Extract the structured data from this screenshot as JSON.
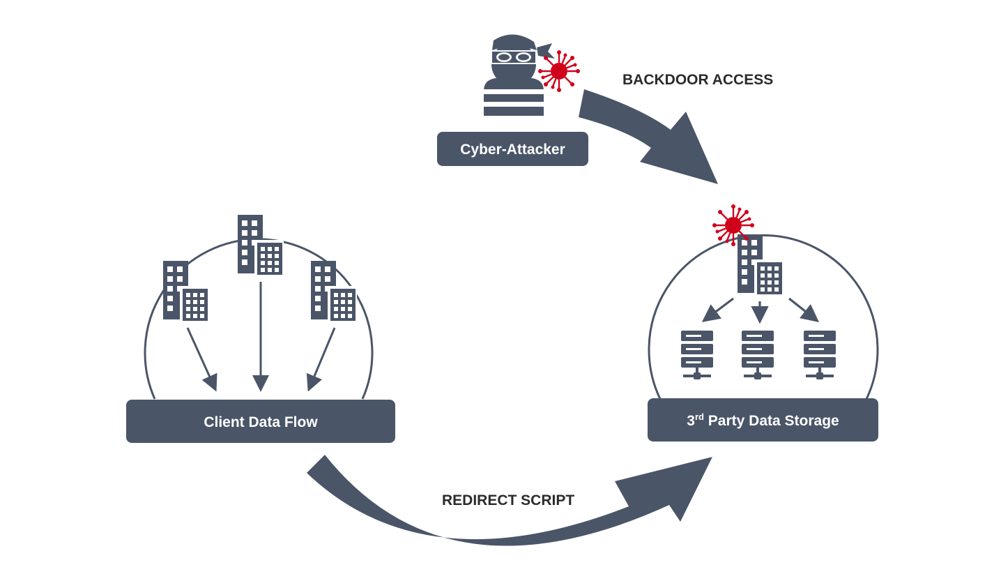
{
  "nodes": {
    "attacker": {
      "label": "Cyber-Attacker"
    },
    "client": {
      "label": "Client Data Flow"
    },
    "storage": {
      "label_prefix": "3",
      "label_sup": "rd",
      "label_rest": " Party Data Storage"
    }
  },
  "flows": {
    "backdoor": {
      "label": "BACKDOOR ACCESS"
    },
    "redirect": {
      "label": "REDIRECT SCRIPT"
    }
  },
  "icons": {
    "attacker": "hacker-icon",
    "virus": "virus-icon",
    "building": "building-icon",
    "server": "server-icon"
  },
  "colors": {
    "primary": "#4a5568",
    "virus": "#d0021b",
    "text": "#2b2b2b",
    "background": "#ffffff"
  }
}
